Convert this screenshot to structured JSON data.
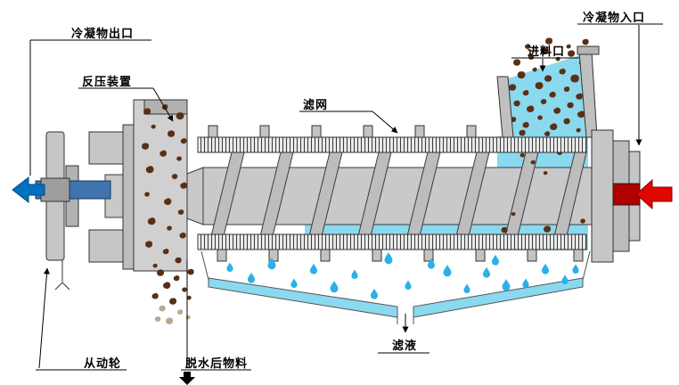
{
  "diagram": {
    "type": "screw-press-dewatering-machine",
    "labels": {
      "condensate_outlet": "冷凝物出口",
      "back_pressure_device": "反压装置",
      "filter_screen": "滤网",
      "feed_inlet": "进料口",
      "condensate_inlet": "冷凝物入口",
      "driven_wheel": "从动轮",
      "dewatered_material": "脱水后物料",
      "filtrate": "滤液"
    },
    "colors": {
      "water_cyan": "#8ad9ef",
      "drop_blue": "#2bb0e8",
      "particle_brown": "#5a3014",
      "particle_light": "#b9a88f",
      "arrow_red": "#e10600",
      "arrow_blue": "#0070c0",
      "shaft_blue": "#3f74ae"
    }
  }
}
